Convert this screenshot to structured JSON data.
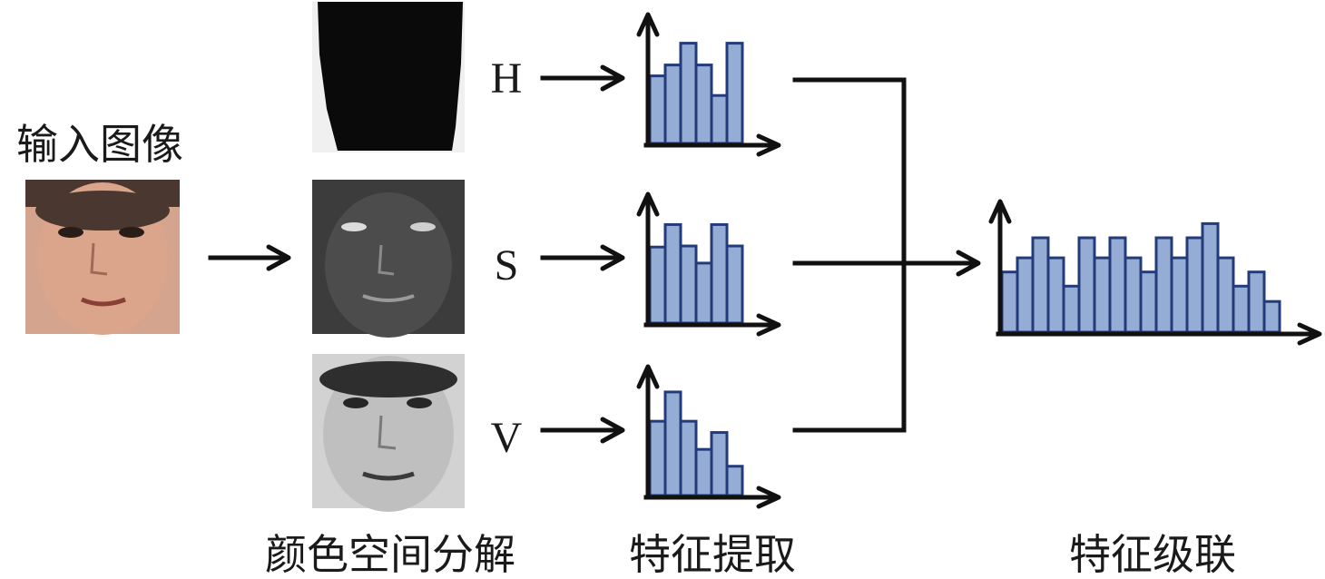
{
  "labels": {
    "input": "输入图像",
    "decompose": "颜色空间分解",
    "extract": "特征提取",
    "concat": "特征级联"
  },
  "channels": [
    "H",
    "S",
    "V"
  ],
  "histograms": {
    "H": [
      0.62,
      0.72,
      0.92,
      0.72,
      0.44,
      0.92
    ],
    "S": [
      0.71,
      0.92,
      0.72,
      0.56,
      0.92,
      0.72
    ],
    "V": [
      0.66,
      0.92,
      0.66,
      0.41,
      0.56,
      0.26
    ]
  },
  "concatenated": [
    0.51,
    0.63,
    0.8,
    0.63,
    0.39,
    0.8,
    0.63,
    0.8,
    0.63,
    0.51,
    0.8,
    0.63,
    0.8,
    0.92,
    0.63,
    0.39,
    0.51,
    0.26
  ]
}
